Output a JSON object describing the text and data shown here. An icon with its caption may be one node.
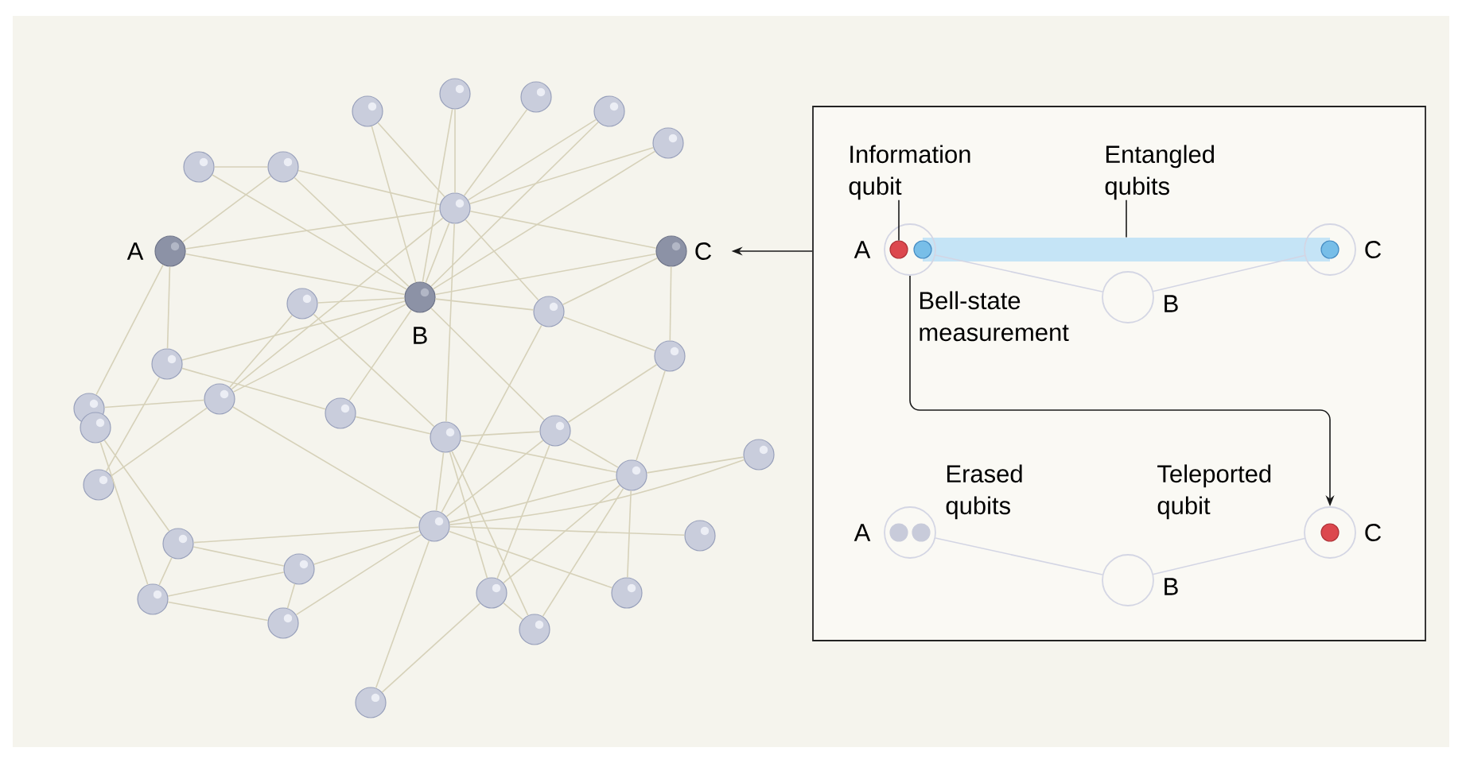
{
  "diagram": {
    "nodes": [
      {
        "text": [],
        "shape": "circle"
      },
      {
        "text": [],
        "shape": "circle"
      },
      {
        "text": [],
        "shape": "circle"
      },
      {
        "text": [],
        "shape": "circle"
      },
      {
        "text": [],
        "shape": "circle"
      },
      {
        "text": [],
        "shape": "circle"
      },
      {
        "text": [],
        "shape": "circle"
      },
      {
        "text": [],
        "shape": "circle"
      },
      {
        "text": [],
        "shape": "circle",
        "beside": [
          "A"
        ]
      },
      {
        "text": [],
        "shape": "circle",
        "beside": [
          "C"
        ]
      },
      {
        "text": [],
        "shape": "circle"
      },
      {
        "text": [],
        "shape": "circle",
        "beside": [
          "B"
        ]
      },
      {
        "text": [],
        "shape": "circle"
      },
      {
        "text": [],
        "shape": "circle"
      },
      {
        "text": [],
        "shape": "circle"
      },
      {
        "text": [],
        "shape": "circle"
      },
      {
        "text": [],
        "shape": "circle"
      },
      {
        "text": [],
        "shape": "circle"
      },
      {
        "text": [],
        "shape": "circle"
      },
      {
        "text": [],
        "shape": "circle"
      },
      {
        "text": [],
        "shape": "circle"
      },
      {
        "text": [],
        "shape": "circle"
      },
      {
        "text": [],
        "shape": "circle"
      },
      {
        "text": [],
        "shape": "circle"
      },
      {
        "text": [],
        "shape": "circle"
      },
      {
        "text": [],
        "shape": "circle"
      },
      {
        "text": [],
        "shape": "circle"
      },
      {
        "text": [],
        "shape": "circle"
      },
      {
        "text": [],
        "shape": "circle"
      },
      {
        "text": [],
        "shape": "circle"
      },
      {
        "text": [],
        "shape": "circle"
      },
      {
        "text": [],
        "shape": "circle"
      },
      {
        "text": [],
        "shape": "circle"
      },
      {
        "text": [],
        "shape": "circle"
      },
      {
        "text": [],
        "shape": "box"
      },
      {
        "text": [
          "Information qubit"
        ],
        "in": 34
      },
      {
        "text": [
          "Entangled qubits"
        ],
        "in": 34
      },
      {
        "text": [],
        "shape": "circle",
        "beside": [
          "A"
        ],
        "in": 34
      },
      {
        "text": [],
        "shape": "circle",
        "in": 37
      },
      {
        "text": [],
        "shape": "circle",
        "in": 37
      },
      {
        "text": [],
        "shape": "bar",
        "in": 34
      },
      {
        "text": [],
        "shape": "circle",
        "beside": [
          "B"
        ],
        "in": 34
      },
      {
        "text": [],
        "shape": "circle",
        "beside": [
          "C"
        ],
        "in": 34
      },
      {
        "text": [],
        "shape": "circle",
        "in": 42
      },
      {
        "text": [],
        "shape": "circle",
        "beside": [
          "A"
        ],
        "in": 34
      },
      {
        "text": [],
        "shape": "circle",
        "in": 44
      },
      {
        "text": [],
        "shape": "circle",
        "in": 44
      },
      {
        "text": [],
        "shape": "circle",
        "beside": [
          "B"
        ],
        "in": 34
      },
      {
        "text": [],
        "shape": "circle",
        "beside": [
          "C"
        ],
        "in": 34
      },
      {
        "text": [],
        "shape": "circle",
        "in": 48
      }
    ],
    "edges": [
      {
        "from": 5,
        "to": 6,
        "arrow": "none"
      },
      {
        "from": 5,
        "to": 11,
        "arrow": "none"
      },
      {
        "from": 6,
        "to": 8,
        "arrow": "none"
      },
      {
        "from": 6,
        "to": 7,
        "arrow": "none"
      },
      {
        "from": 6,
        "to": 11,
        "arrow": "none"
      },
      {
        "from": 0,
        "to": 11,
        "arrow": "none"
      },
      {
        "from": 0,
        "to": 7,
        "arrow": "none"
      },
      {
        "from": 8,
        "to": 7,
        "arrow": "none"
      },
      {
        "from": 8,
        "to": 11,
        "arrow": "none"
      },
      {
        "from": 8,
        "to": 14,
        "arrow": "none"
      },
      {
        "from": 8,
        "to": 16,
        "arrow": "none"
      },
      {
        "from": 10,
        "to": 11,
        "arrow": "none"
      },
      {
        "from": 10,
        "to": 15,
        "arrow": "none"
      },
      {
        "from": 10,
        "to": 19,
        "arrow": "none"
      },
      {
        "from": 14,
        "to": 11,
        "arrow": "none"
      },
      {
        "from": 14,
        "to": 18,
        "arrow": "none"
      },
      {
        "from": 15,
        "to": 11,
        "arrow": "none"
      },
      {
        "from": 15,
        "to": 7,
        "arrow": "none"
      },
      {
        "from": 11,
        "to": 7,
        "arrow": "none"
      },
      {
        "from": 11,
        "to": 9,
        "arrow": "none"
      },
      {
        "from": 11,
        "to": 12,
        "arrow": "none"
      },
      {
        "from": 12,
        "to": 13,
        "arrow": "none"
      },
      {
        "from": 7,
        "to": 12,
        "arrow": "none"
      },
      {
        "from": 7,
        "to": 9,
        "arrow": "none"
      },
      {
        "from": 1,
        "to": 11,
        "arrow": "none"
      },
      {
        "from": 1,
        "to": 7,
        "arrow": "none"
      },
      {
        "from": 2,
        "to": 7,
        "arrow": "none"
      },
      {
        "from": 3,
        "to": 7,
        "arrow": "none"
      },
      {
        "from": 3,
        "to": 11,
        "arrow": "none"
      },
      {
        "from": 4,
        "to": 7,
        "arrow": "none"
      },
      {
        "from": 4,
        "to": 11,
        "arrow": "none"
      },
      {
        "from": 9,
        "to": 12,
        "arrow": "none"
      },
      {
        "from": 9,
        "to": 13,
        "arrow": "none"
      },
      {
        "from": 13,
        "to": 22,
        "arrow": "none"
      },
      {
        "from": 7,
        "to": 19,
        "arrow": "none"
      },
      {
        "from": 11,
        "to": 20,
        "arrow": "none"
      },
      {
        "from": 11,
        "to": 18,
        "arrow": "none"
      },
      {
        "from": 14,
        "to": 21,
        "arrow": "none"
      },
      {
        "from": 16,
        "to": 15,
        "arrow": "none"
      },
      {
        "from": 21,
        "to": 15,
        "arrow": "none"
      },
      {
        "from": 17,
        "to": 24,
        "arrow": "none"
      },
      {
        "from": 17,
        "to": 28,
        "arrow": "none"
      },
      {
        "from": 15,
        "to": 25,
        "arrow": "none"
      },
      {
        "from": 18,
        "to": 19,
        "arrow": "none"
      },
      {
        "from": 24,
        "to": 25,
        "arrow": "none"
      },
      {
        "from": 24,
        "to": 26,
        "arrow": "none"
      },
      {
        "from": 24,
        "to": 28,
        "arrow": "none"
      },
      {
        "from": 28,
        "to": 26,
        "arrow": "none"
      },
      {
        "from": 28,
        "to": 29,
        "arrow": "none"
      },
      {
        "from": 26,
        "to": 29,
        "arrow": "none"
      },
      {
        "from": 26,
        "to": 25,
        "arrow": "none"
      },
      {
        "from": 29,
        "to": 25,
        "arrow": "none"
      },
      {
        "from": 25,
        "to": 33,
        "arrow": "none"
      },
      {
        "from": 25,
        "to": 19,
        "arrow": "none"
      },
      {
        "from": 33,
        "to": 30,
        "arrow": "none"
      },
      {
        "from": 19,
        "to": 20,
        "arrow": "none"
      },
      {
        "from": 19,
        "to": 22,
        "arrow": "none"
      },
      {
        "from": 19,
        "to": 30,
        "arrow": "none"
      },
      {
        "from": 19,
        "to": 31,
        "arrow": "none"
      },
      {
        "from": 20,
        "to": 22,
        "arrow": "none"
      },
      {
        "from": 20,
        "to": 25,
        "arrow": "none"
      },
      {
        "from": 20,
        "to": 13,
        "arrow": "none"
      },
      {
        "from": 20,
        "to": 30,
        "arrow": "none"
      },
      {
        "from": 22,
        "to": 23,
        "arrow": "none"
      },
      {
        "from": 25,
        "to": 23,
        "arrow": "none"
      },
      {
        "from": 22,
        "to": 32,
        "arrow": "none"
      },
      {
        "from": 22,
        "to": 30,
        "arrow": "none"
      },
      {
        "from": 22,
        "to": 31,
        "arrow": "none"
      },
      {
        "from": 22,
        "to": 25,
        "arrow": "none"
      },
      {
        "from": 25,
        "to": 27,
        "arrow": "none"
      },
      {
        "from": 25,
        "to": 32,
        "arrow": "none"
      },
      {
        "from": 30,
        "to": 31,
        "arrow": "none"
      },
      {
        "from": 25,
        "to": 12,
        "arrow": "none"
      },
      {
        "from": 35,
        "to": 38,
        "arrow": "none",
        "color": "#1a1a1a"
      },
      {
        "from": 36,
        "to": 40,
        "arrow": "none",
        "color": "#1a1a1a"
      },
      {
        "from": 37,
        "to": 41,
        "arrow": "none",
        "color": "#d3d5e4"
      },
      {
        "from": 41,
        "to": 42,
        "arrow": "none",
        "color": "#d3d5e4"
      },
      {
        "from": 44,
        "to": 47,
        "arrow": "none",
        "color": "#d3d5e4"
      },
      {
        "from": 47,
        "to": 48,
        "arrow": "none",
        "color": "#d3d5e4"
      },
      {
        "from": 37,
        "to": 48,
        "arrow": "to",
        "color": "#1a1a1a"
      },
      {
        "from": 34,
        "to": 9,
        "arrow": "to",
        "color": "#1a1a1a"
      }
    ],
    "labels": [
      "Bell-state measurement",
      "Erased qubits",
      "Teleported qubit"
    ]
  }
}
